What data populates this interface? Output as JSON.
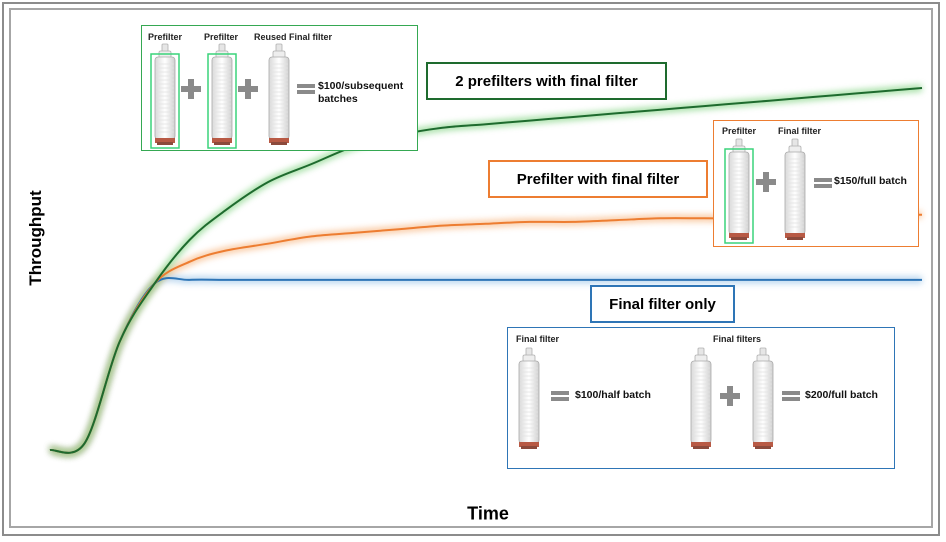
{
  "chart_data": {
    "type": "line",
    "title": "",
    "xlabel": "Time",
    "ylabel": "Throughput",
    "x_ticks": "none",
    "y_ticks": "none",
    "grid": false,
    "x": [
      0.0,
      0.04,
      0.08,
      0.12,
      0.16,
      0.2,
      0.25,
      0.3,
      0.35,
      0.4,
      0.45,
      0.5,
      0.55,
      0.6,
      0.65,
      0.7,
      0.75,
      0.8,
      0.85,
      0.9,
      0.95,
      1.0
    ],
    "series": [
      {
        "name": "2 prefilters with final filter",
        "color": "#1e6b2e",
        "values": [
          0.0,
          0.02,
          0.3,
          0.46,
          0.58,
          0.66,
          0.74,
          0.79,
          0.84,
          0.87,
          0.89,
          0.9,
          0.91,
          0.92,
          0.93,
          0.94,
          0.95,
          0.96,
          0.97,
          0.98,
          0.99,
          1.0
        ]
      },
      {
        "name": "Prefilter with final filter",
        "color": "#ed7d31",
        "values": [
          0.0,
          0.02,
          0.3,
          0.46,
          0.52,
          0.55,
          0.57,
          0.59,
          0.6,
          0.61,
          0.62,
          0.625,
          0.63,
          0.63,
          0.635,
          0.64,
          0.64,
          0.64,
          0.645,
          0.65,
          0.65,
          0.65
        ]
      },
      {
        "name": "Final filter only",
        "color": "#2e75b6",
        "values": [
          0.0,
          0.02,
          0.3,
          0.46,
          0.47,
          0.47,
          0.47,
          0.47,
          0.47,
          0.47,
          0.47,
          0.47,
          0.47,
          0.47,
          0.47,
          0.47,
          0.47,
          0.47,
          0.47,
          0.47,
          0.47,
          0.47
        ]
      }
    ]
  },
  "colors": {
    "green_line": "#1e6b2e",
    "orange_line": "#ed7d31",
    "blue_line": "#2e75b6",
    "green_box": "#35a852",
    "orange_box": "#ed7d31",
    "blue_box": "#2e75b6",
    "highlight_outline": "#3ad37a"
  },
  "callouts": {
    "green": "2 prefilters with final filter",
    "orange": "Prefilter with final filter",
    "blue": "Final filter only"
  },
  "insets": {
    "green": {
      "labels": [
        "Prefilter",
        "Prefilter",
        "Reused Final filter"
      ],
      "price": "$100/subsequent batches"
    },
    "orange": {
      "labels": [
        "Prefilter",
        "Final filter"
      ],
      "price": "$150/full batch"
    },
    "blue": {
      "label_single": "Final filter",
      "price_single": "$100/half batch",
      "label_double": "Final filters",
      "price_double": "$200/full batch"
    }
  },
  "icons": [
    "plus-icon",
    "equals-icon",
    "filter-cartridge-icon"
  ]
}
